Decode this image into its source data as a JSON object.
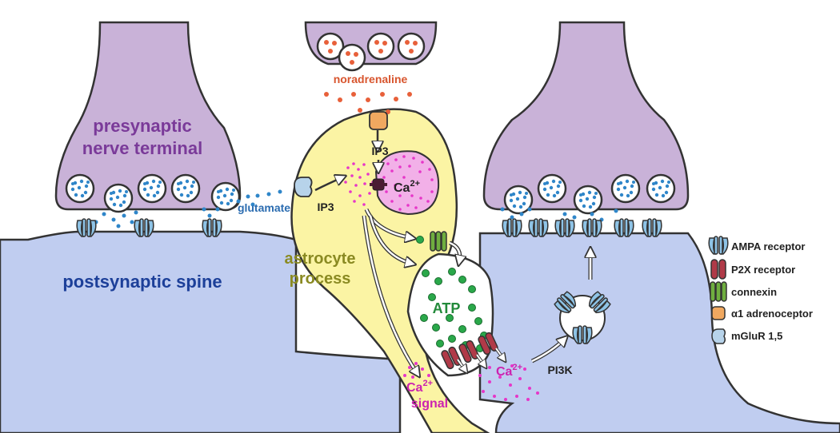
{
  "labels": {
    "presynaptic_line1": "presynaptic",
    "presynaptic_line2": "nerve terminal",
    "postsynaptic": "postsynaptic spine",
    "astrocyte_line1": "astrocyte",
    "astrocyte_line2": "process",
    "noradrenaline": "noradrenaline",
    "glutamate": "glutamate",
    "ip3_top": "IP3",
    "ip3_left": "IP3",
    "ca_store": "Ca",
    "ca_store_sup": "2+",
    "atp": "ATP",
    "ca_right": "Ca",
    "ca_right_sup": "2+",
    "ca_signal_line1": "Ca",
    "ca_signal_sup": "2+",
    "ca_signal_line2": "signal",
    "pi3k": "PI3K"
  },
  "legend": [
    {
      "label": "AMPA receptor",
      "icon": "ampa-receptor-icon",
      "color": "#8ec3e6"
    },
    {
      "label": "P2X receptor",
      "icon": "p2x-receptor-icon",
      "color": "#b03a48"
    },
    {
      "label": "connexin",
      "icon": "connexin-icon",
      "color": "#6fae3f"
    },
    {
      "label": "α1 adrenoceptor",
      "icon": "alpha1-adrenoceptor-icon",
      "color": "#f0a860"
    },
    {
      "label": "mGluR 1,5",
      "icon": "mglur-icon",
      "color": "#b7d3ea"
    }
  ],
  "colors": {
    "neuron": "#c9b2d8",
    "spine": "#c0cdf0",
    "astrocyte": "#fbf4a4",
    "glutamate": "#2f86c9",
    "noradrenaline": "#e8603a",
    "calcium": "#e636c8",
    "atp": "#2aa84a",
    "text_presynaptic": "#7a3a99",
    "text_postsynaptic": "#1c3f99",
    "text_astrocyte": "#8a8a22",
    "text_calcium": "#cc22b0",
    "text_atp": "#228a3a",
    "text_glutamate": "#2b6cb0",
    "text_noradrenaline": "#d8552e"
  }
}
